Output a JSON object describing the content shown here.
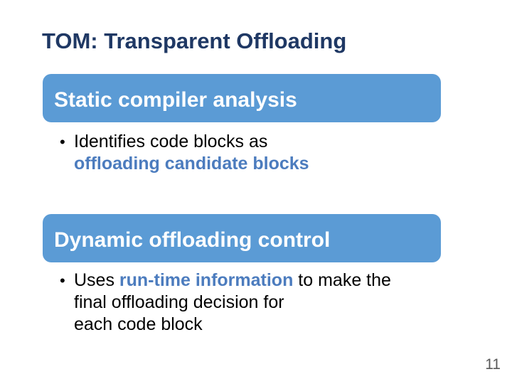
{
  "slide": {
    "title": "TOM: Transparent Offloading",
    "page_number": "11",
    "bullet_glyph": "•",
    "colors": {
      "title_text": "#1F3864",
      "box_fill": "#5B9BD5",
      "box_text": "#FFFFFF",
      "accent_text": "#4C7CBE",
      "body_text": "#000000",
      "page_number_text": "#595959",
      "background": "#FFFFFF"
    },
    "sections": [
      {
        "header": "Static compiler analysis",
        "bullet": {
          "line1": "Identifies code blocks as",
          "line2_accent": "offloading candidate blocks"
        }
      },
      {
        "header": "Dynamic offloading control",
        "bullet": {
          "line1_plain": "Uses ",
          "line1_accent": "run-time information",
          "line1_tail": " to make the",
          "line2": "final offloading decision for",
          "line3": "each code block"
        }
      }
    ]
  }
}
